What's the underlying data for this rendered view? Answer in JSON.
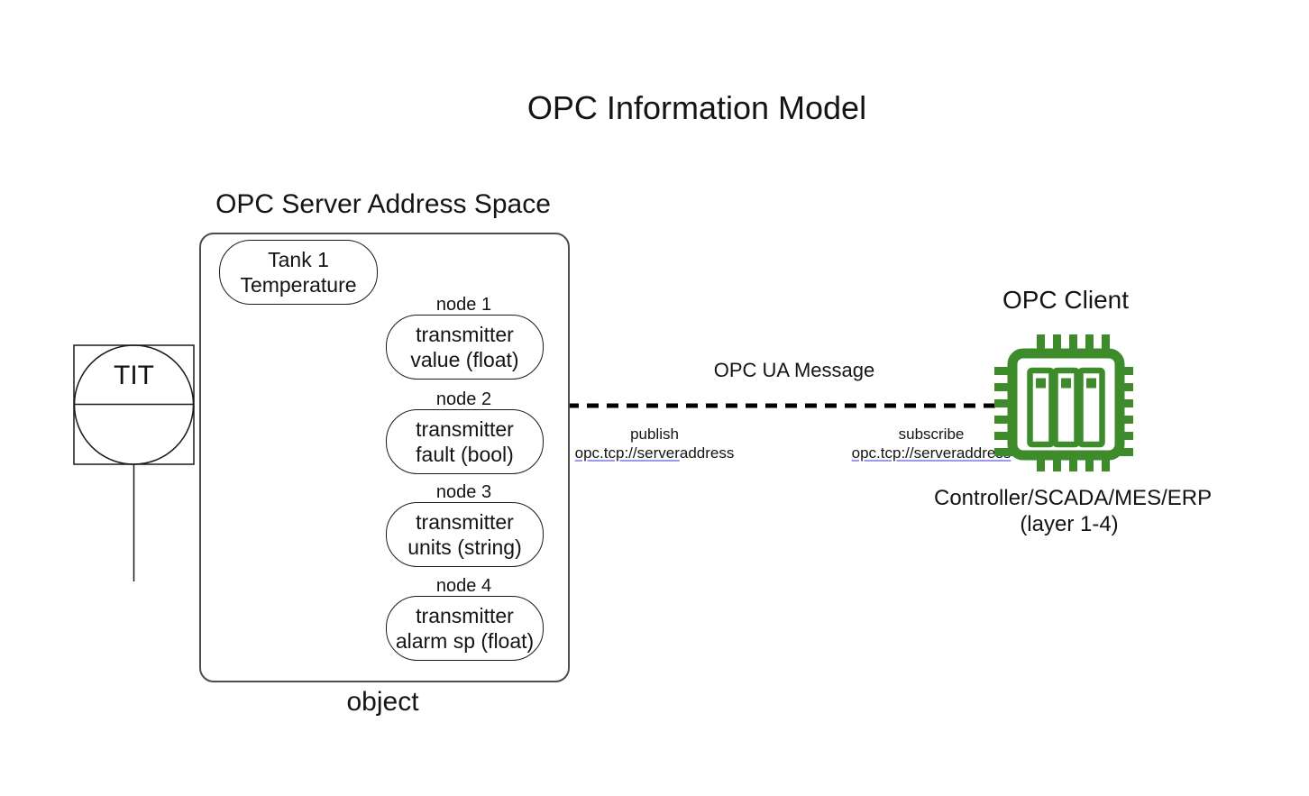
{
  "title": "OPC Information Model",
  "server": {
    "heading": "OPC Server Address Space",
    "caption": "object",
    "root": {
      "line1": "Tank 1",
      "line2": "Temperature"
    },
    "nodes": [
      {
        "label": "node 1",
        "line1": "transmitter",
        "line2": "value (float)"
      },
      {
        "label": "node 2",
        "line1": "transmitter",
        "line2": "fault (bool)"
      },
      {
        "label": "node 3",
        "line1": "transmitter",
        "line2": "units (string)"
      },
      {
        "label": "node 4",
        "line1": "transmitter",
        "line2": "alarm sp (float)"
      }
    ]
  },
  "instrument": {
    "tag": "TIT"
  },
  "link": {
    "message_label": "OPC UA Message",
    "publish_label": "publish",
    "publish_url_link": "opc.tcp://server",
    "publish_url_rest": "address",
    "subscribe_label": "subscribe",
    "subscribe_url_link": "opc.tcp://serveraddress",
    "subscribe_url_rest": ""
  },
  "client": {
    "heading": "OPC Client",
    "caption_line1": "Controller/SCADA/MES/ERP",
    "caption_line2": "(layer 1-4)",
    "icon": "chip-icon"
  },
  "colors": {
    "chip_green": "#3d8b2b",
    "link_underline": "#9a9af0",
    "diagram_stroke": "#1a1a1a",
    "container_stroke": "#4d4d4d",
    "text": "#141414"
  }
}
